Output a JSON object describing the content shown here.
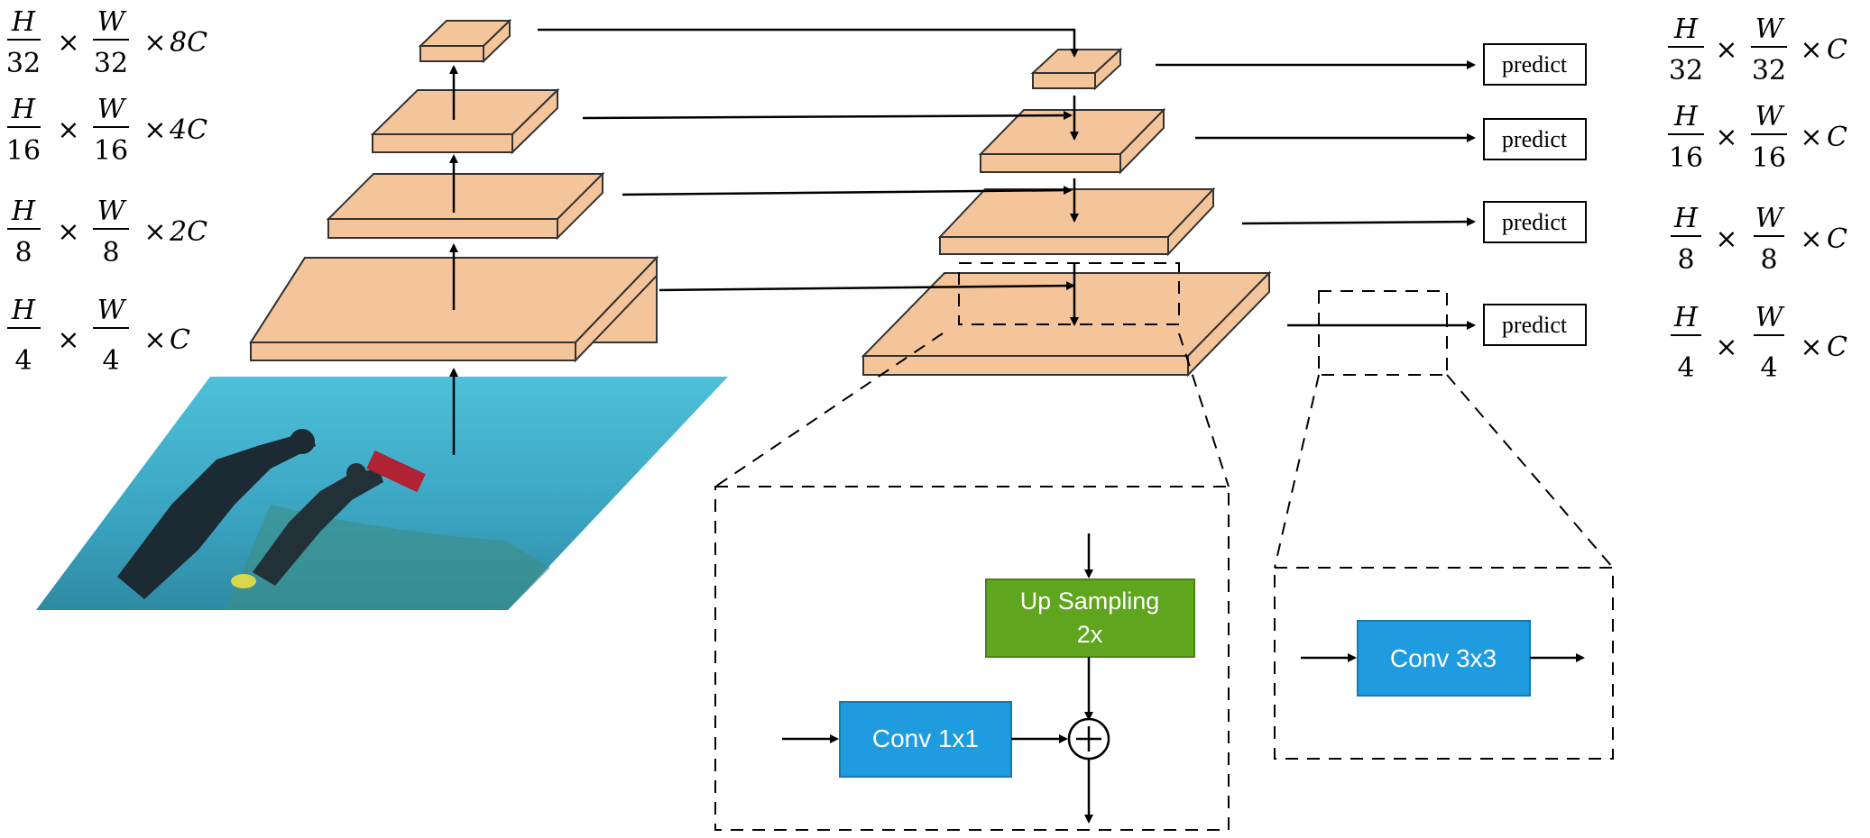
{
  "colors": {
    "block_front": "#f4c59a",
    "block_edge": "#333333",
    "upsample_fill": "#5fa51e",
    "conv_fill": "#1f9be0",
    "water_top": "#46b6d2",
    "water_bottom": "#2d8ea8"
  },
  "dims_left": [
    {
      "h_num": "H",
      "h_den": "32",
      "w_num": "W",
      "w_den": "32",
      "ch": "8C"
    },
    {
      "h_num": "H",
      "h_den": "16",
      "w_num": "W",
      "w_den": "16",
      "ch": "4C"
    },
    {
      "h_num": "H",
      "h_den": "8",
      "w_num": "W",
      "w_den": "8",
      "ch": "2C"
    },
    {
      "h_num": "H",
      "h_den": "4",
      "w_num": "W",
      "w_den": "4",
      "ch": "C"
    }
  ],
  "dims_right": [
    {
      "h_num": "H",
      "h_den": "32",
      "w_num": "W",
      "w_den": "32",
      "ch": "C"
    },
    {
      "h_num": "H",
      "h_den": "16",
      "w_num": "W",
      "w_den": "16",
      "ch": "C"
    },
    {
      "h_num": "H",
      "h_den": "8",
      "w_num": "W",
      "w_den": "8",
      "ch": "C"
    },
    {
      "h_num": "H",
      "h_den": "4",
      "w_num": "W",
      "w_den": "4",
      "ch": "C"
    }
  ],
  "symbols": {
    "times": "×"
  },
  "predict_label": "predict",
  "upsample": {
    "line1": "Up Sampling",
    "line2": "2x"
  },
  "conv1": "Conv 1x1",
  "conv3": "Conv 3x3",
  "plus": "+"
}
